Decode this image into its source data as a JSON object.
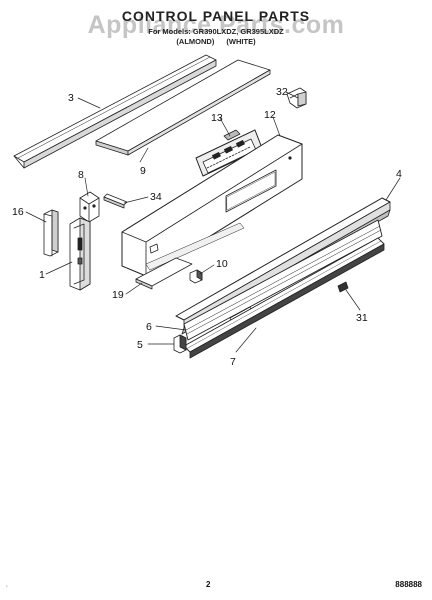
{
  "header": {
    "title": "CONTROL PANEL PARTS",
    "subtitle": "For Models: GR390LXDZ, GR395LXDZ",
    "variants": "(ALMOND) (WHITE)"
  },
  "watermark": "Appliance Parts.com",
  "callouts": [
    "1",
    "3",
    "4",
    "5",
    "6",
    "7",
    "8",
    "9",
    "10",
    "12",
    "13",
    "16",
    "19",
    "31",
    "32",
    "34"
  ],
  "footer": {
    "page_number": "2",
    "doc_code": "888888",
    "corner_mark": "∙"
  }
}
